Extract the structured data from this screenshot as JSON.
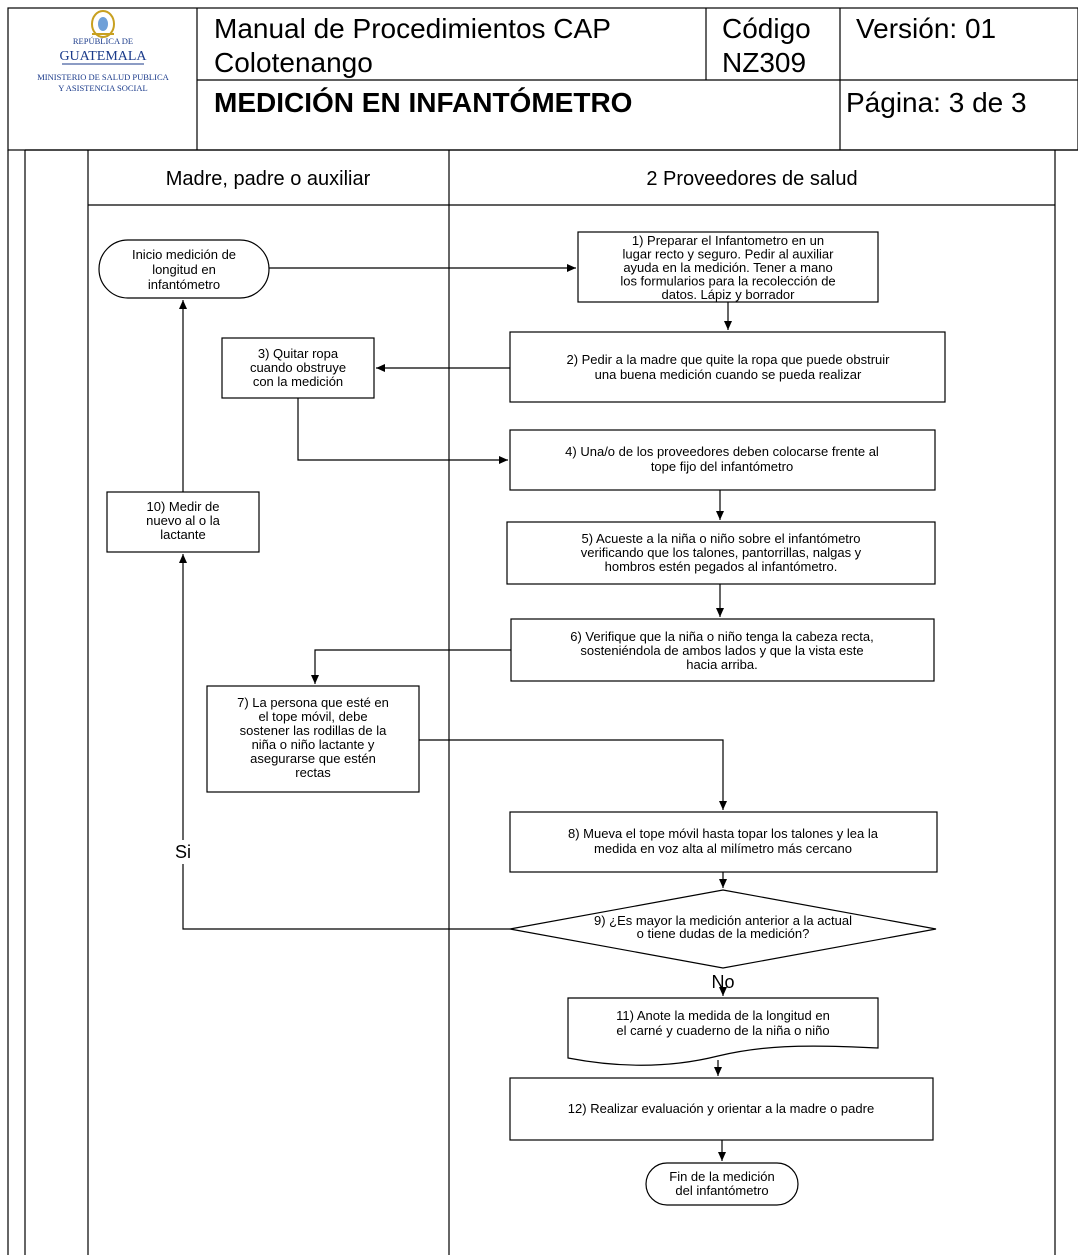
{
  "header": {
    "logo": {
      "name": "GUATEMALA",
      "ministry_line1": "MINISTERIO DE SALUD PUBLICA",
      "ministry_line2": "Y ASISTENCIA SOCIAL"
    },
    "manual_title_line1": "Manual de Procedimientos CAP",
    "manual_title_line2": "Colotenango",
    "code_label": "Código",
    "code_value": "NZ309",
    "version": "Versión: 01",
    "procedure_title": "MEDICIÓN EN INFANTÓMETRO",
    "page": "Página: 3 de 3"
  },
  "lanes": {
    "left": "Madre, padre o auxiliar",
    "right": "2 Proveedores de salud"
  },
  "nodes": {
    "start": [
      "Inicio medición de",
      "longitud en",
      "infantómetro"
    ],
    "step1": [
      "1) Preparar el Infantometro en un",
      "lugar recto y seguro. Pedir al auxiliar",
      "ayuda en la medición. Tener a mano",
      "los formularios para la recolección de",
      "datos. Lápiz y borrador"
    ],
    "step2": [
      "2) Pedir a la madre que quite la ropa que puede obstruir",
      "una buena medición cuando se pueda realizar"
    ],
    "step3": [
      "3) Quitar ropa",
      "cuando obstruye",
      "con la medición"
    ],
    "step4": [
      "4) Una/o de los proveedores deben colocarse frente al",
      "tope fijo del infantómetro"
    ],
    "step5": [
      "5) Acueste a la niña o niño sobre el infantómetro",
      "verificando que los talones, pantorrillas, nalgas y",
      "hombros estén pegados al infantómetro."
    ],
    "step6": [
      "6) Verifique que la niña o niño tenga la cabeza recta,",
      "sosteniéndola de ambos lados y que la vista este",
      "hacia arriba."
    ],
    "step7": [
      "7) La persona que esté en",
      "el tope móvil, debe",
      "sostener las rodillas de la",
      "niña o niño lactante y",
      "asegurarse que estén",
      "rectas"
    ],
    "step8": [
      "8) Mueva el tope móvil hasta topar los talones y lea la",
      "medida en voz alta al milímetro más cercano"
    ],
    "step9": [
      "9) ¿Es mayor la medición anterior a la actual",
      "o tiene dudas de la medición?"
    ],
    "step10": [
      "10) Medir de",
      "nuevo al o la",
      "lactante"
    ],
    "step11": [
      "11) Anote la medida de la longitud en",
      "el carné y cuaderno de la niña o niño"
    ],
    "step12": [
      "12) Realizar evaluación y orientar a la madre o padre"
    ],
    "end": [
      "Fin de la medición",
      "del infantómetro"
    ]
  },
  "labels": {
    "yes": "Si",
    "no": "No"
  },
  "colors": {
    "line": "#000000",
    "logo_blue": "#1a3a8a",
    "logo_gold": "#c8a020"
  }
}
